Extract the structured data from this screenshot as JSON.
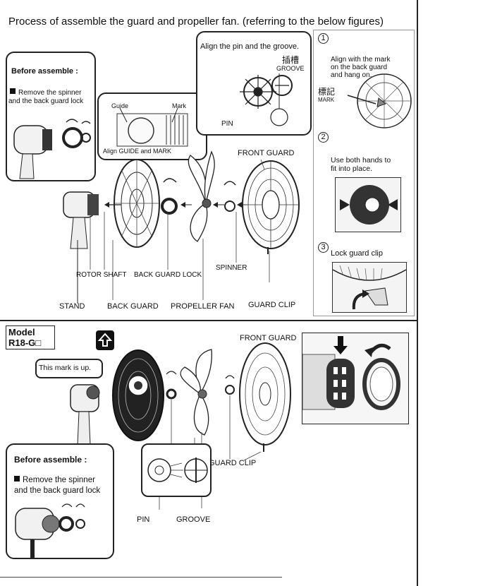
{
  "title": "Process of assemble the guard and propeller fan. (referring to the below figures)",
  "top": {
    "before_assemble": {
      "heading": "Before assemble :",
      "text_line1": "Remove the spinner",
      "text_line2": "and the back guard lock"
    },
    "guide_callout": {
      "guide": "Guide",
      "mark": "Mark",
      "caption": "Align GUIDE and MARK"
    },
    "pin_callout": {
      "caption": "Align the pin and the groove.",
      "groove_cjk": "插槽",
      "groove": "GROOVE",
      "pin": "PIN"
    },
    "labels": {
      "front_guard": "FRONT GUARD",
      "rotor_shaft": "ROTOR SHAFT",
      "back_guard_lock": "BACK GUARD LOCK",
      "spinner": "SPINNER",
      "stand": "STAND",
      "back_guard": "BACK GUARD",
      "propeller_fan": "PROPELLER FAN",
      "guard_clip": "GUARD CLIP"
    },
    "steps": [
      {
        "number": "1",
        "lines": [
          "Align with the mark",
          "on the back guard",
          "and hang on."
        ],
        "mark_cjk": "標記",
        "mark": "MARK"
      },
      {
        "number": "2",
        "lines": [
          "Use both hands to",
          "fit into place."
        ]
      },
      {
        "number": "3",
        "lines": [
          "Lock guard clip"
        ]
      }
    ]
  },
  "bottom": {
    "model_label": "Model",
    "model_value": "R18-G□",
    "mark_up": "This mark is up.",
    "front_guard": "FRONT GUARD",
    "guard_clip": "GUARD CLIP",
    "pin": "PIN",
    "groove": "GROOVE",
    "before_assemble": {
      "heading": "Before assemble :",
      "text_line1": "Remove the spinner",
      "text_line2": "and the back guard lock"
    }
  }
}
